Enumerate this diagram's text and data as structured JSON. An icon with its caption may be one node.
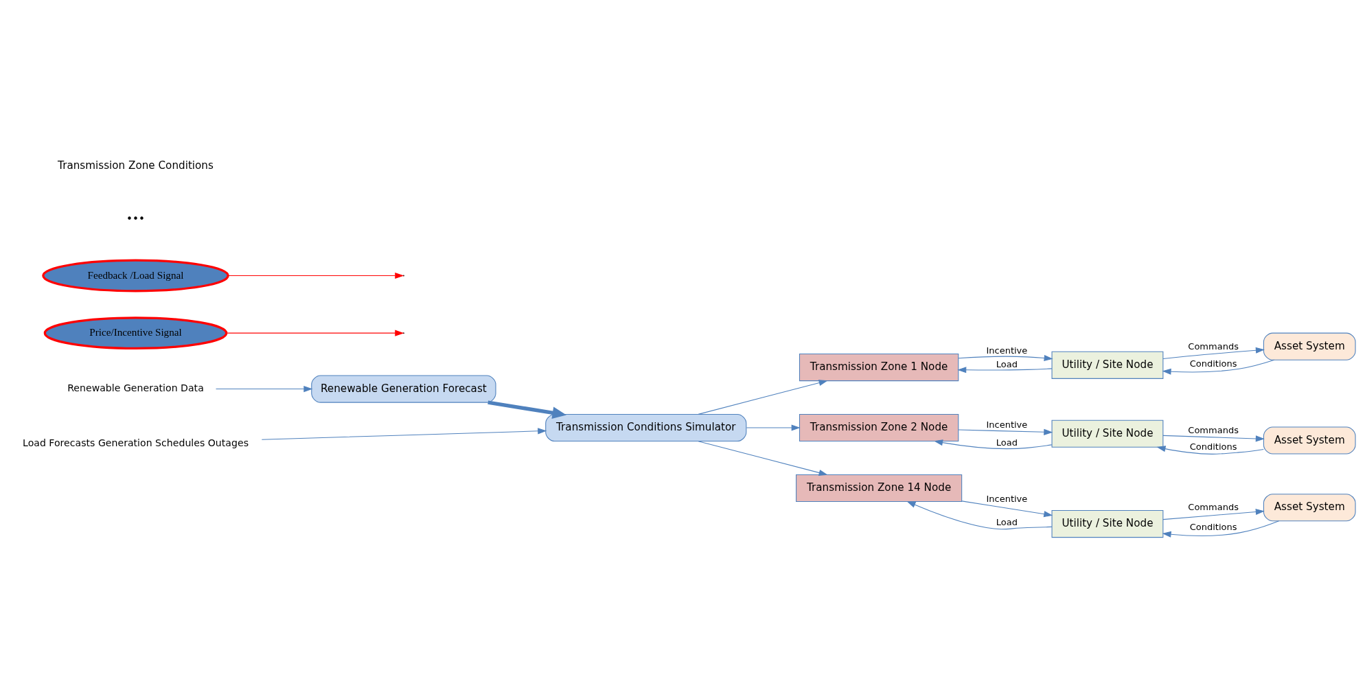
{
  "diagram": {
    "nodes": [
      {
        "text": [
          "Renewable Generation Data"
        ]
      },
      {
        "text": [
          "Renewable Generation Forecast"
        ]
      },
      {
        "text": [
          "Load Forecasts Generation Schedules Outages"
        ]
      },
      {
        "text": [
          "Transmission Conditions Simulator"
        ]
      },
      {
        "text": [
          "Transmission Zone 1 Node"
        ]
      },
      {
        "text": [
          "Utility / Site Node"
        ]
      },
      {
        "text": [
          "Asset System"
        ]
      },
      {
        "text": [
          "Transmission Zone 2 Node"
        ]
      },
      {
        "text": [
          "Utility / Site Node"
        ]
      },
      {
        "text": [
          "Asset System"
        ]
      },
      {
        "text": [
          "Transmission Zone 14 Node"
        ]
      },
      {
        "text": [
          "Utility / Site Node"
        ]
      },
      {
        "text": [
          "Asset System"
        ]
      },
      {
        "text": [
          "Price/Incentive Signal"
        ]
      },
      {
        "text": [
          "Feedback /Load Signal"
        ]
      }
    ],
    "edges": [
      {
        "from": 0,
        "to": 1,
        "arrow": "to"
      },
      {
        "from": 1,
        "to": 3,
        "arrow": "to",
        "style": "thick"
      },
      {
        "from": 2,
        "to": 3,
        "arrow": "to"
      },
      {
        "from": 3,
        "to": 4,
        "arrow": "to"
      },
      {
        "from": 3,
        "to": 7,
        "arrow": "to"
      },
      {
        "from": 3,
        "to": 10,
        "arrow": "to"
      },
      {
        "from": 4,
        "to": 5,
        "arrow": "to",
        "label": "Incentive"
      },
      {
        "from": 5,
        "to": 4,
        "arrow": "to",
        "label": "Load"
      },
      {
        "from": 5,
        "to": 6,
        "arrow": "to",
        "label": "Commands"
      },
      {
        "from": 6,
        "to": 5,
        "arrow": "to",
        "label": "Conditions"
      },
      {
        "from": 7,
        "to": 8,
        "arrow": "to",
        "label": "Incentive"
      },
      {
        "from": 8,
        "to": 7,
        "arrow": "to",
        "label": "Load"
      },
      {
        "from": 8,
        "to": 9,
        "arrow": "to",
        "label": "Commands"
      },
      {
        "from": 9,
        "to": 8,
        "arrow": "to",
        "label": "Conditions"
      },
      {
        "from": 10,
        "to": 11,
        "arrow": "to",
        "label": "Incentive"
      },
      {
        "from": 11,
        "to": 10,
        "arrow": "to",
        "label": "Load"
      },
      {
        "from": 11,
        "to": 12,
        "arrow": "to",
        "label": "Commands"
      },
      {
        "from": 12,
        "to": 11,
        "arrow": "to",
        "label": "Conditions"
      },
      {
        "from": 13,
        "to": null,
        "arrow": "to",
        "color": "#ff0000"
      },
      {
        "from": 14,
        "to": null,
        "arrow": "to",
        "color": "#ff0000"
      }
    ],
    "labels": [
      "•••",
      "Transmission Zone Conditions"
    ]
  }
}
